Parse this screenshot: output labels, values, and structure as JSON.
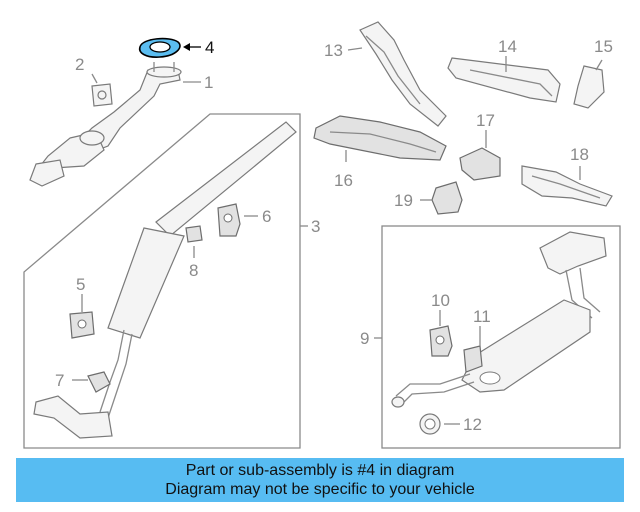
{
  "callouts": [
    {
      "id": "1",
      "text": "1"
    },
    {
      "id": "2",
      "text": "2"
    },
    {
      "id": "3",
      "text": "3"
    },
    {
      "id": "4",
      "text": "4"
    },
    {
      "id": "5",
      "text": "5"
    },
    {
      "id": "6",
      "text": "6"
    },
    {
      "id": "7",
      "text": "7"
    },
    {
      "id": "8",
      "text": "8"
    },
    {
      "id": "9",
      "text": "9"
    },
    {
      "id": "10",
      "text": "10"
    },
    {
      "id": "11",
      "text": "11"
    },
    {
      "id": "12",
      "text": "12"
    },
    {
      "id": "13",
      "text": "13"
    },
    {
      "id": "14",
      "text": "14"
    },
    {
      "id": "15",
      "text": "15"
    },
    {
      "id": "16",
      "text": "16"
    },
    {
      "id": "17",
      "text": "17"
    },
    {
      "id": "18",
      "text": "18"
    },
    {
      "id": "19",
      "text": "19"
    }
  ],
  "highlighted_part": "4",
  "colors": {
    "highlight": "#000000",
    "caption_bg": "#57bcf2",
    "line": "#8a8a8a"
  },
  "caption": {
    "line1": "Part or sub-assembly is #4 in diagram",
    "line2": "Diagram may not be specific to your vehicle"
  }
}
